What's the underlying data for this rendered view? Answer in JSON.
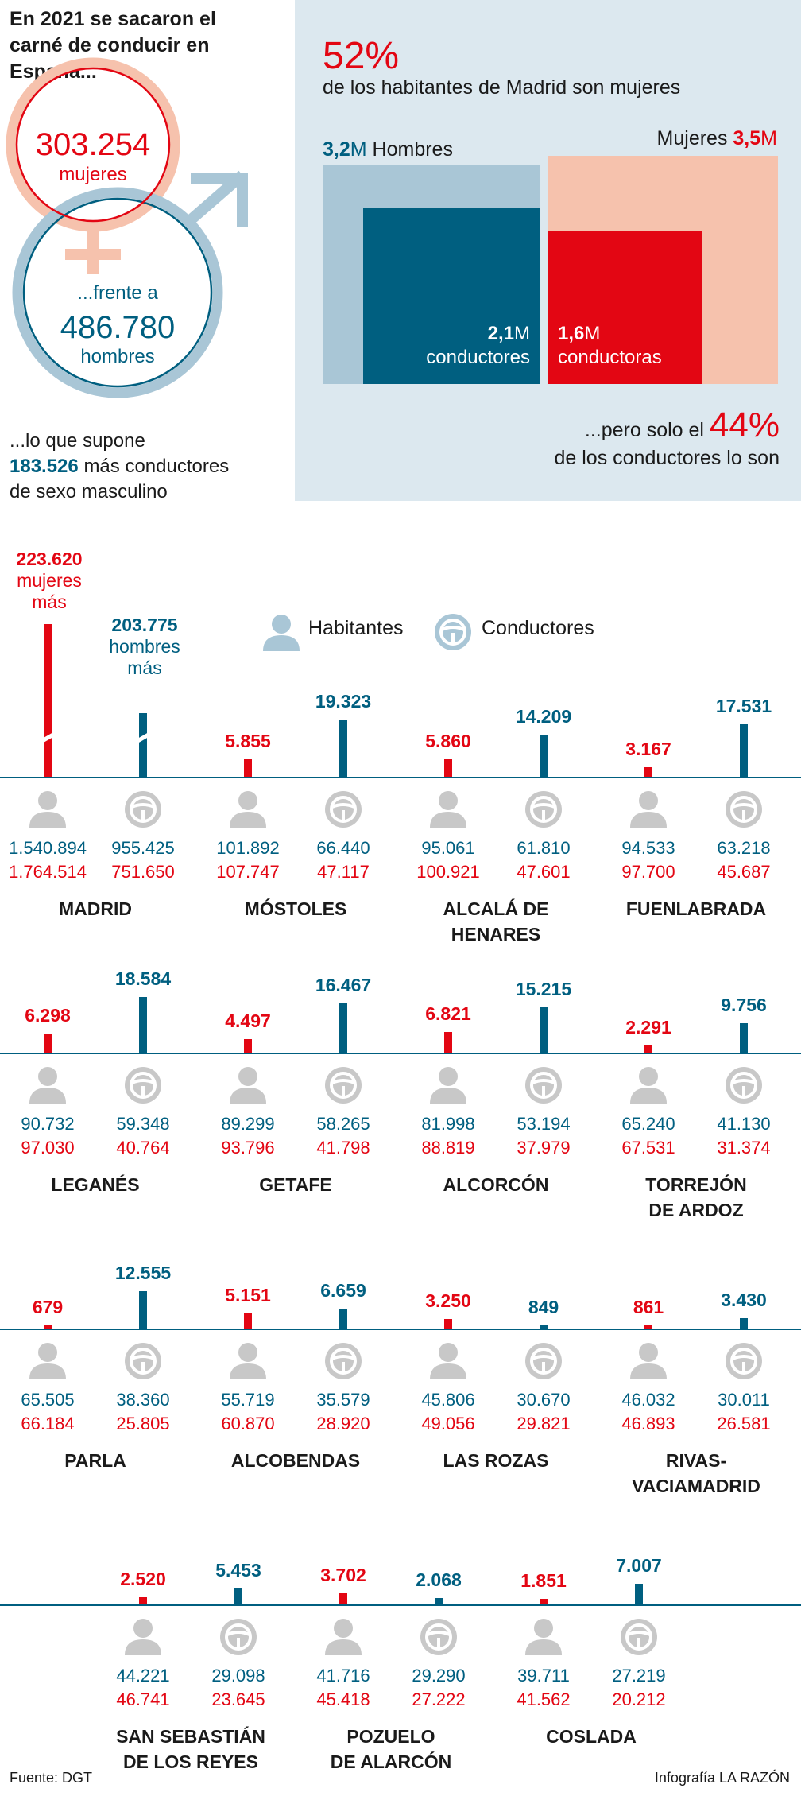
{
  "header": {
    "title": "En 2021 se sacaron el carné de conducir en España...",
    "women_count": "303.254",
    "women_label": "mujeres",
    "vs_label": "...frente a",
    "men_count": "486.780",
    "men_label": "hombres",
    "diff_prefix": "...lo que supone",
    "diff_value": "183.526",
    "diff_suffix": "más conductores",
    "diff_line3": "de sexo masculino"
  },
  "madrid_panel": {
    "top_pct": "52%",
    "top_text": "de los habitantes de Madrid son mujeres",
    "men_value": "3,2",
    "men_unit": "M",
    "men_label": "Hombres",
    "women_label": "Mujeres",
    "women_value": "3,5",
    "women_unit": "M",
    "men_drivers_value": "2,1",
    "men_drivers_unit": "M",
    "men_drivers_label": "conductores",
    "women_drivers_value": "1,6",
    "women_drivers_unit": "M",
    "women_drivers_label": "conductoras",
    "bottom_prefix": "...pero solo el",
    "bottom_pct": "44%",
    "bottom_text": "de los conductores lo son"
  },
  "legend": {
    "inhabitants": "Habitantes",
    "drivers": "Conductores"
  },
  "colors": {
    "red": "#e30613",
    "blue": "#005f80",
    "light_blue": "#a9c6d6",
    "salmon": "#f6c2ad",
    "gray": "#c8c8c8"
  },
  "madrid_notes": {
    "women_diff": "223.620",
    "women_diff_l1": "mujeres",
    "women_diff_l2": "más",
    "men_diff": "203.775",
    "men_diff_l1": "hombres",
    "men_diff_l2": "más"
  },
  "municipalities": [
    {
      "name1": "MADRID",
      "name2": "",
      "w_diff": "",
      "m_diff": "",
      "w_val": 223620,
      "m_val": 203775,
      "hab_m": "1.540.894",
      "hab_w": "1.764.514",
      "con_m": "955.425",
      "con_w": "751.650"
    },
    {
      "name1": "MÓSTOLES",
      "name2": "",
      "w_diff": "5.855",
      "m_diff": "19.323",
      "w_val": 5855,
      "m_val": 19323,
      "hab_m": "101.892",
      "hab_w": "107.747",
      "con_m": "66.440",
      "con_w": "47.117"
    },
    {
      "name1": "ALCALÁ DE",
      "name2": "HENARES",
      "w_diff": "5.860",
      "m_diff": "14.209",
      "w_val": 5860,
      "m_val": 14209,
      "hab_m": "95.061",
      "hab_w": "100.921",
      "con_m": "61.810",
      "con_w": "47.601"
    },
    {
      "name1": "FUENLABRADA",
      "name2": "",
      "w_diff": "3.167",
      "m_diff": "17.531",
      "w_val": 3167,
      "m_val": 17531,
      "hab_m": "94.533",
      "hab_w": "97.700",
      "con_m": "63.218",
      "con_w": "45.687"
    },
    {
      "name1": "LEGANÉS",
      "name2": "",
      "w_diff": "6.298",
      "m_diff": "18.584",
      "w_val": 6298,
      "m_val": 18584,
      "hab_m": "90.732",
      "hab_w": "97.030",
      "con_m": "59.348",
      "con_w": "40.764"
    },
    {
      "name1": "GETAFE",
      "name2": "",
      "w_diff": "4.497",
      "m_diff": "16.467",
      "w_val": 4497,
      "m_val": 16467,
      "hab_m": "89.299",
      "hab_w": "93.796",
      "con_m": "58.265",
      "con_w": "41.798"
    },
    {
      "name1": "ALCORCÓN",
      "name2": "",
      "w_diff": "6.821",
      "m_diff": "15.215",
      "w_val": 6821,
      "m_val": 15215,
      "hab_m": "81.998",
      "hab_w": "88.819",
      "con_m": "53.194",
      "con_w": "37.979"
    },
    {
      "name1": "TORREJÓN",
      "name2": "DE ARDOZ",
      "w_diff": "2.291",
      "m_diff": "9.756",
      "w_val": 2291,
      "m_val": 9756,
      "hab_m": "65.240",
      "hab_w": "67.531",
      "con_m": "41.130",
      "con_w": "31.374"
    },
    {
      "name1": "PARLA",
      "name2": "",
      "w_diff": "679",
      "m_diff": "12.555",
      "w_val": 679,
      "m_val": 12555,
      "hab_m": "65.505",
      "hab_w": "66.184",
      "con_m": "38.360",
      "con_w": "25.805"
    },
    {
      "name1": "ALCOBENDAS",
      "name2": "",
      "w_diff": "5.151",
      "m_diff": "6.659",
      "w_val": 5151,
      "m_val": 6659,
      "hab_m": "55.719",
      "hab_w": "60.870",
      "con_m": "35.579",
      "con_w": "28.920"
    },
    {
      "name1": "LAS ROZAS",
      "name2": "",
      "w_diff": "3.250",
      "m_diff": "849",
      "w_val": 3250,
      "m_val": 849,
      "hab_m": "45.806",
      "hab_w": "49.056",
      "con_m": "30.670",
      "con_w": "29.821"
    },
    {
      "name1": "RIVAS-",
      "name2": "VACIAMADRID",
      "w_diff": "861",
      "m_diff": "3.430",
      "w_val": 861,
      "m_val": 3430,
      "hab_m": "46.032",
      "hab_w": "46.893",
      "con_m": "30.011",
      "con_w": "26.581"
    },
    {
      "name1": "SAN SEBASTIÁN",
      "name2": "DE LOS REYES",
      "w_diff": "2.520",
      "m_diff": "5.453",
      "w_val": 2520,
      "m_val": 5453,
      "hab_m": "44.221",
      "hab_w": "46.741",
      "con_m": "29.098",
      "con_w": "23.645"
    },
    {
      "name1": "POZUELO",
      "name2": "DE ALARCÓN",
      "w_diff": "3.702",
      "m_diff": "2.068",
      "w_val": 3702,
      "m_val": 2068,
      "hab_m": "41.716",
      "hab_w": "45.418",
      "con_m": "29.290",
      "con_w": "27.222"
    },
    {
      "name1": "COSLADA",
      "name2": "",
      "w_diff": "1.851",
      "m_diff": "7.007",
      "w_val": 1851,
      "m_val": 7007,
      "hab_m": "39.711",
      "hab_w": "41.562",
      "con_m": "27.219",
      "con_w": "20.212"
    }
  ],
  "footer": {
    "source": "Fuente: DGT",
    "credit": "Infografía LA RAZÓN"
  }
}
